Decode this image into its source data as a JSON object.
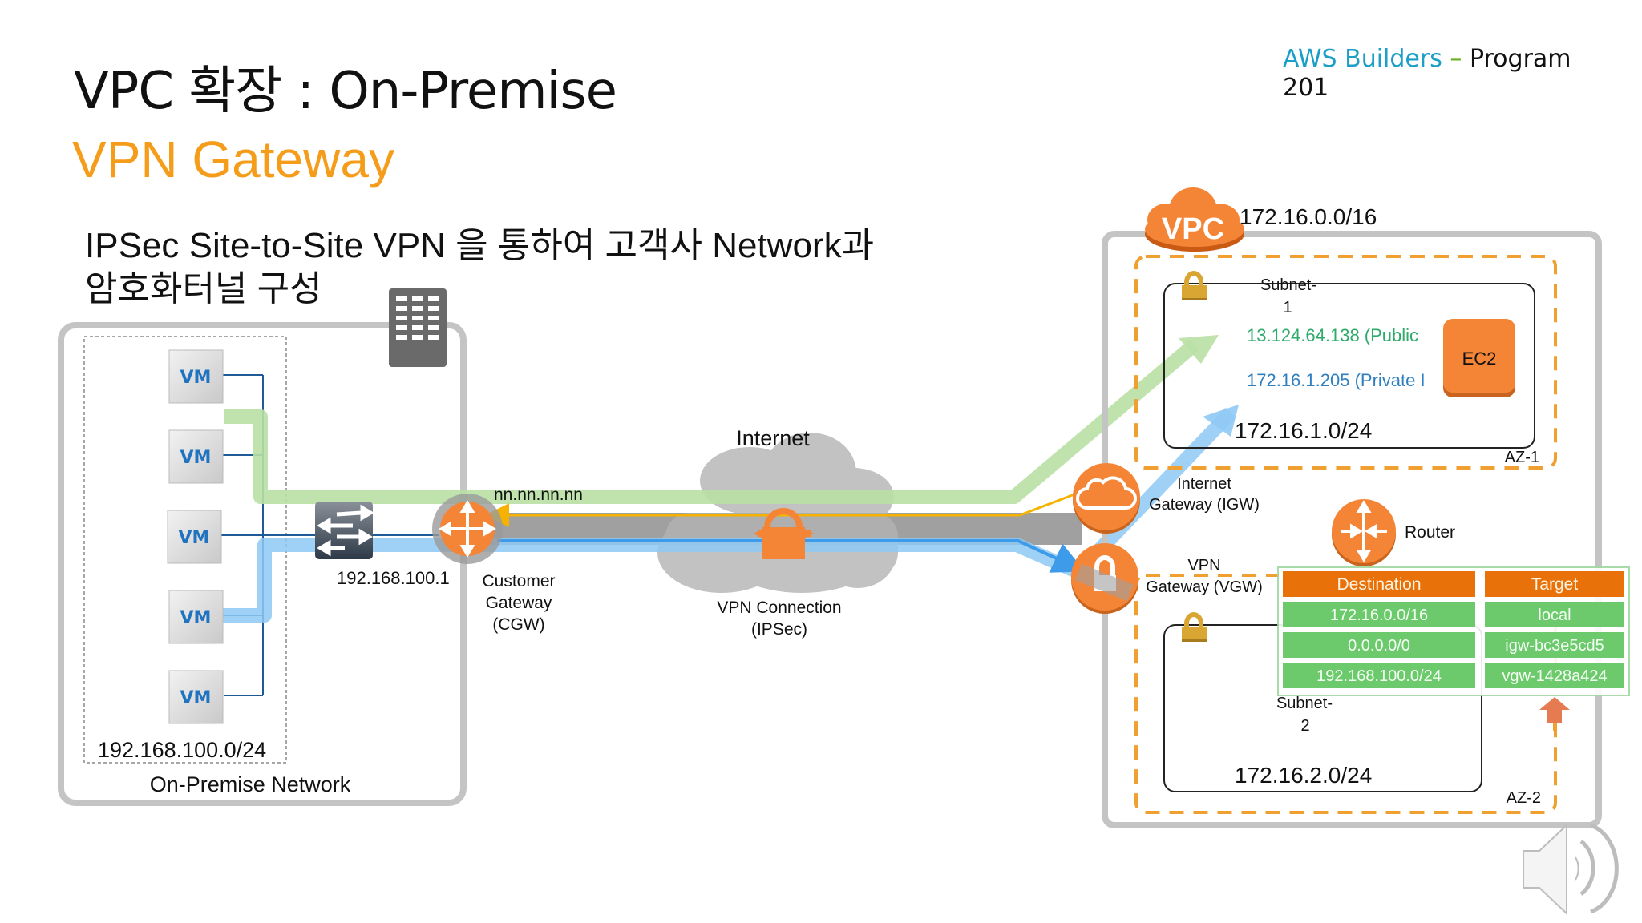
{
  "slide": {
    "title": "VPC 확장 : On-Premise",
    "subtitle": "VPN Gateway",
    "brand": {
      "part1": "AWS Builders",
      "dash": " – ",
      "part2": "Program",
      "part3": "201"
    },
    "description_line1": "IPSec Site-to-Site VPN 을 통하여 고객사 Network과",
    "description_line2": "암호화터널 구성"
  },
  "on_premise": {
    "network_label": "On-Premise Network",
    "subnet_cidr": "192.168.100.0/24",
    "vm_label": "VM",
    "vm_count": 5,
    "switch_ip": "192.168.100.1",
    "cgw_label_1": "Customer",
    "cgw_label_2": "Gateway",
    "cgw_label_3": "(CGW)",
    "public_ip": "nn.nn.nn.nn"
  },
  "internet": {
    "label": "Internet",
    "vpn_label_1": "VPN Connection",
    "vpn_label_2": "(IPSec)"
  },
  "vpc": {
    "badge": "VPC",
    "cidr": "172.16.0.0/16",
    "igw_label_1": "Internet",
    "igw_label_2": "Gateway (IGW)",
    "vgw_label_1": "VPN",
    "vgw_label_2": "Gateway (VGW)",
    "router_label": "Router",
    "az1": {
      "label": "AZ-1",
      "subnet_label_1": "Subnet-",
      "subnet_label_2": "1",
      "subnet_cidr": "172.16.1.0/24",
      "public_ip": "13.124.64.138 (Public",
      "private_ip": "172.16.1.205 (Private I",
      "ec2_label": "EC2"
    },
    "az2": {
      "label": "AZ-2",
      "subnet_label_1": "Subnet-",
      "subnet_label_2": "2",
      "subnet_cidr": "172.16.2.0/24"
    },
    "route_table": {
      "headers": [
        "Destination",
        "Target"
      ],
      "rows": [
        [
          "172.16.0.0/16",
          "local"
        ],
        [
          "0.0.0.0/0",
          "igw-bc3e5cd5"
        ],
        [
          "192.168.100.0/24",
          "vgw-1428a424"
        ]
      ]
    }
  },
  "colors": {
    "aws_orange": "#f58536",
    "table_header": "#e8710a",
    "table_cell": "#6cc96c",
    "green_path": "#b9e0a5",
    "blue_path": "#8ec9f5",
    "tunnel_gray": "#a0a0a0",
    "public_ip_text": "#2eaa6a",
    "private_ip_text": "#2f7fc0"
  },
  "controls": {
    "speaker": "speaker-icon"
  }
}
